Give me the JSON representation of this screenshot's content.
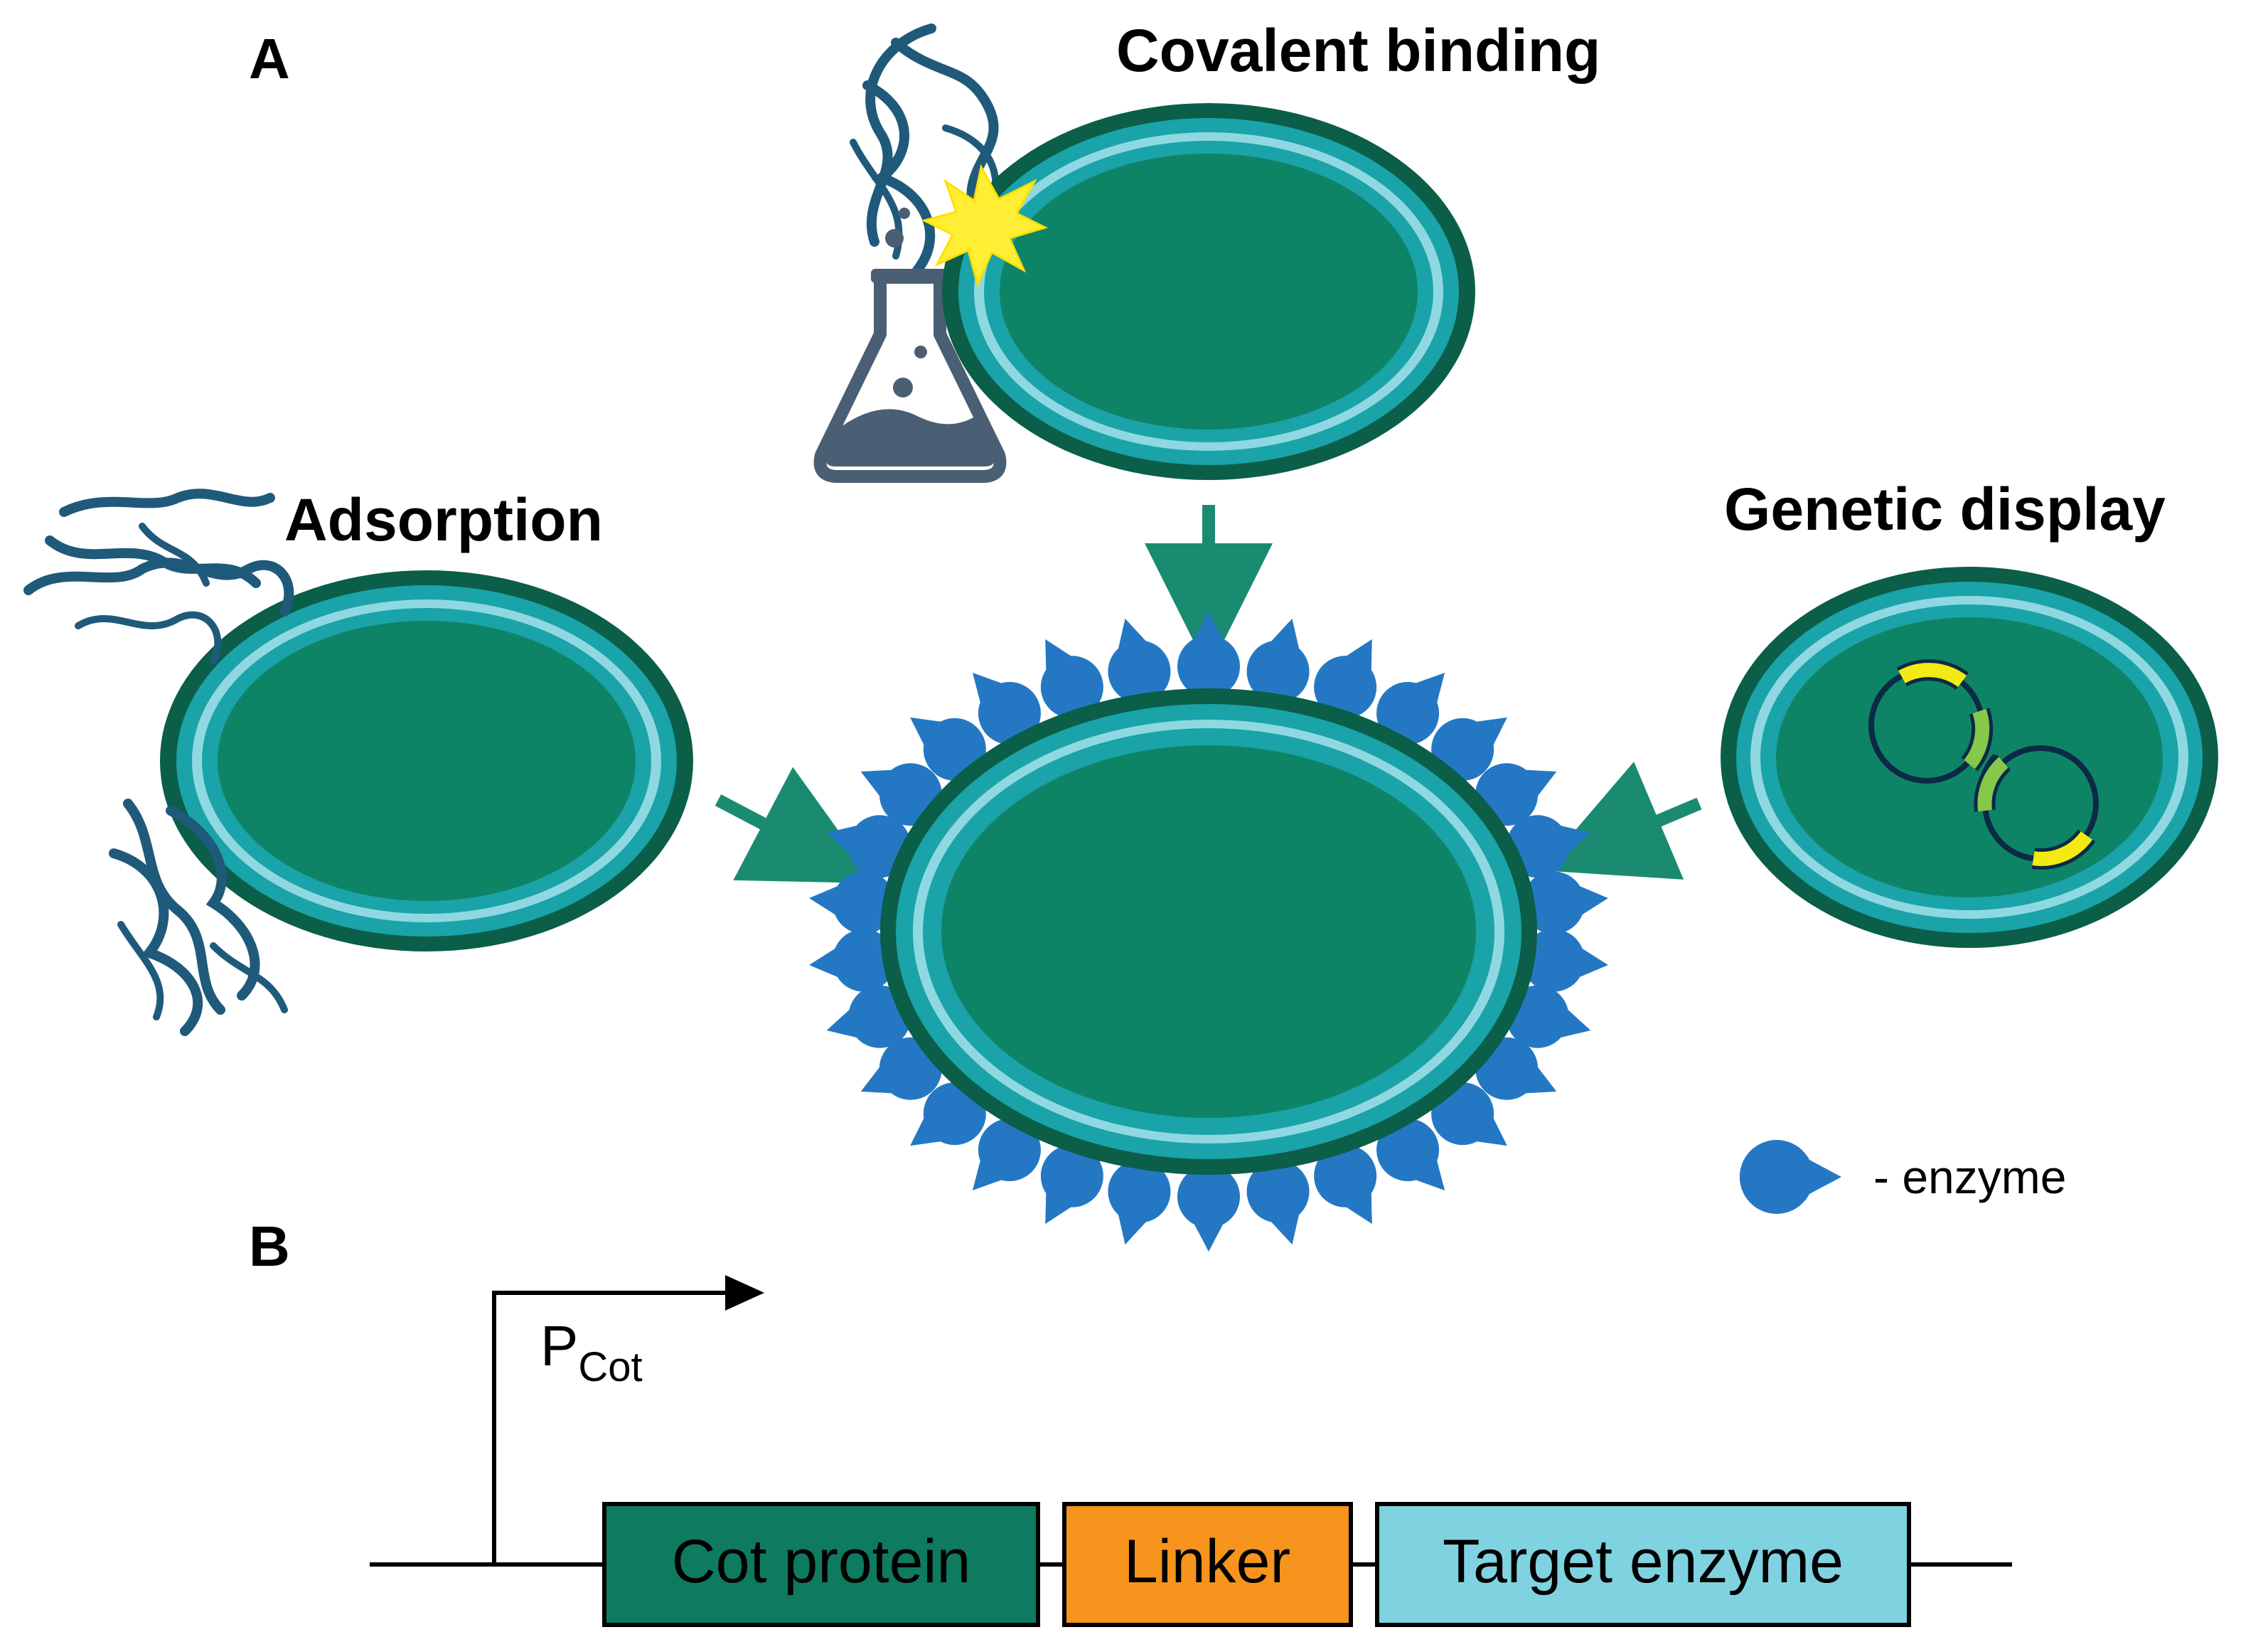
{
  "panel_a": {
    "label": "A",
    "methods": {
      "covalent": "Covalent binding",
      "adsorption": "Adsorption",
      "genetic": "Genetic display"
    },
    "legend": "- enzyme"
  },
  "panel_b": {
    "label": "B",
    "promoter_main": "P",
    "promoter_sub": "Cot",
    "boxes": {
      "cot": "Cot protein",
      "linker": "Linker",
      "target": "Target enzyme"
    }
  },
  "colors": {
    "spore_core": "#0e8467",
    "spore_outline": "#0b5e48",
    "inner_ring": "#1aa3a8",
    "light_ring": "#8fd8e2",
    "enzyme": "#2478c3",
    "protein": "#1f5a7a",
    "flask": "#4a5f73",
    "burst": "#ffee33",
    "arrow": "#1a8b70",
    "box_cot": "#0e7a5f",
    "box_linker": "#f7941d",
    "box_target": "#7fd3e0",
    "plasmid_yellow": "#f2ea12",
    "plasmid_green": "#86c84a"
  }
}
